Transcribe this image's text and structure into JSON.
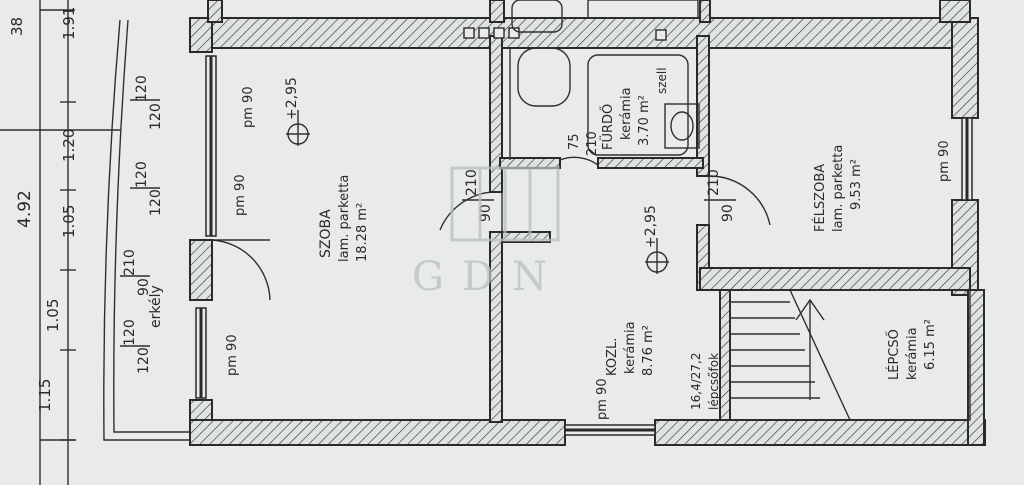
{
  "watermark": "GDN",
  "dimensions": {
    "top": "38",
    "total": "4.92",
    "outer": [
      "1.91",
      "1.20",
      "1.05",
      "1.15"
    ],
    "inner": [
      "1.05"
    ]
  },
  "rooms": {
    "szoba": {
      "name": "SZOBA",
      "floor": "lam. parketta",
      "area": "18.28 m²"
    },
    "furdo": {
      "name": "FÜRDŐ",
      "floor": "kerámia",
      "area": "3.70 m²",
      "vent": "szell"
    },
    "felszoba": {
      "name": "FÉLSZOBA",
      "floor": "lam. parketta",
      "area": "9.53 m²"
    },
    "kozl": {
      "name": "KOZL.",
      "floor": "kerámia",
      "area": "8.76 m²"
    },
    "lepcso": {
      "name": "LÉPCSŐ",
      "floor": "kerámia",
      "area": "6.15 m²"
    },
    "erkely": {
      "name": "erkély"
    }
  },
  "levels": {
    "szoba": "+2,95",
    "kozl": "+2,95"
  },
  "stairs": {
    "spec": "16,4/27,2",
    "label": "lépcsőfok"
  },
  "openings": {
    "szoba_win1": {
      "top": "120",
      "bottom": "120",
      "pm": "pm 90"
    },
    "szoba_win2": {
      "top": "120",
      "bottom": "120",
      "pm": "pm 90"
    },
    "szoba_door": {
      "top": "210",
      "bottom": "90"
    },
    "szoba_win3": {
      "top": "120",
      "bottom": "120",
      "pm": "pm 90"
    },
    "door_kozl_left": {
      "top": "210",
      "bottom": "90"
    },
    "door_kozl_right": {
      "top": "210",
      "bottom": "90"
    },
    "door_furdo": {
      "top": "75",
      "bottom": "210"
    },
    "felszoba_win": {
      "pm": "pm 90"
    },
    "kozl_win": {
      "pm": "pm 90"
    }
  }
}
